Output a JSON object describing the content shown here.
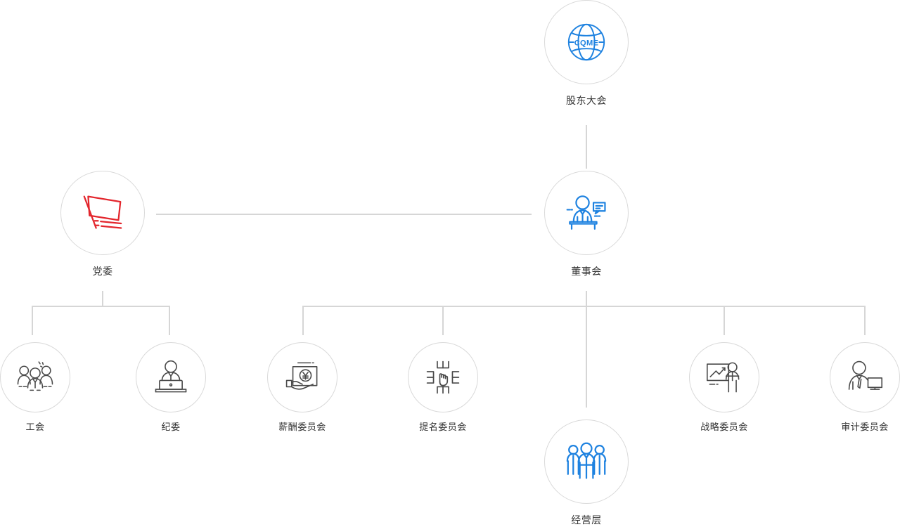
{
  "chart": {
    "title": "",
    "type": "org-chart",
    "colors": {
      "accent_blue": "#1E82E0",
      "accent_red": "#E3262D",
      "line_gray": "#d6d6d6",
      "circle_border": "#d9d9d9",
      "icon_gray": "#4a4a4a",
      "label_text": "#333333",
      "background": "#ffffff"
    },
    "nodes": [
      {
        "id": "shareholders",
        "label": "股东大会",
        "icon": "cqme-globe-icon",
        "logo_text": "CQME",
        "color": "#1E82E0",
        "level": 0
      },
      {
        "id": "board",
        "label": "董事会",
        "icon": "speaker-podium-icon",
        "color": "#1E82E0",
        "level": 1
      },
      {
        "id": "party-committee",
        "label": "党委",
        "icon": "red-flag-icon",
        "color": "#E3262D",
        "level": 1
      },
      {
        "id": "labor-union",
        "label": "工会",
        "icon": "people-group-icon",
        "color": "#4a4a4a",
        "level": 2
      },
      {
        "id": "discipline-committee",
        "label": "纪委",
        "icon": "person-desk-icon",
        "color": "#4a4a4a",
        "level": 2
      },
      {
        "id": "compensation-committee",
        "label": "薪酬委员会",
        "icon": "hand-yen-document-icon",
        "color": "#4a4a4a",
        "level": 2
      },
      {
        "id": "nomination-committee",
        "label": "提名委员会",
        "icon": "select-hand-icon",
        "color": "#4a4a4a",
        "level": 2
      },
      {
        "id": "strategy-committee",
        "label": "战略委员会",
        "icon": "presentation-chart-icon",
        "color": "#4a4a4a",
        "level": 2
      },
      {
        "id": "audit-committee",
        "label": "审计委员会",
        "icon": "person-monitor-icon",
        "color": "#4a4a4a",
        "level": 2
      },
      {
        "id": "management",
        "label": "经营层",
        "icon": "three-people-icon",
        "color": "#1E82E0",
        "level": 2
      }
    ],
    "edges": [
      {
        "from": "shareholders",
        "to": "board"
      },
      {
        "from": "party-committee",
        "to": "board"
      },
      {
        "from": "party-committee",
        "to": "labor-union"
      },
      {
        "from": "party-committee",
        "to": "discipline-committee"
      },
      {
        "from": "board",
        "to": "compensation-committee"
      },
      {
        "from": "board",
        "to": "nomination-committee"
      },
      {
        "from": "board",
        "to": "strategy-committee"
      },
      {
        "from": "board",
        "to": "audit-committee"
      },
      {
        "from": "board",
        "to": "management"
      }
    ]
  }
}
